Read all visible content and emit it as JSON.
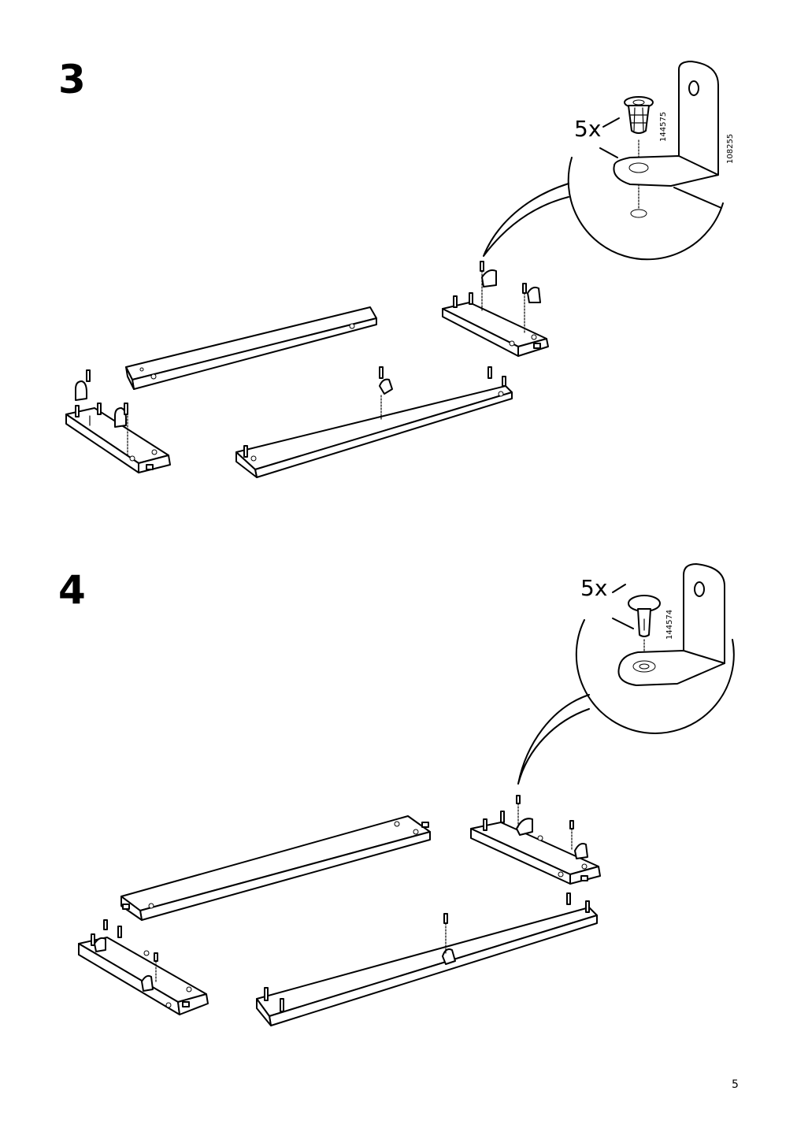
{
  "step3": {
    "number": "3",
    "hardware_quantity": "5x",
    "part_codes": [
      "144575",
      "108255"
    ],
    "icons": [
      "plastic-insert-icon",
      "angle-bracket-icon"
    ]
  },
  "step4": {
    "number": "4",
    "hardware_quantity": "5x",
    "part_codes": [
      "144574"
    ],
    "icons": [
      "push-pin-icon",
      "angle-bracket-icon"
    ]
  },
  "page_number": "5"
}
